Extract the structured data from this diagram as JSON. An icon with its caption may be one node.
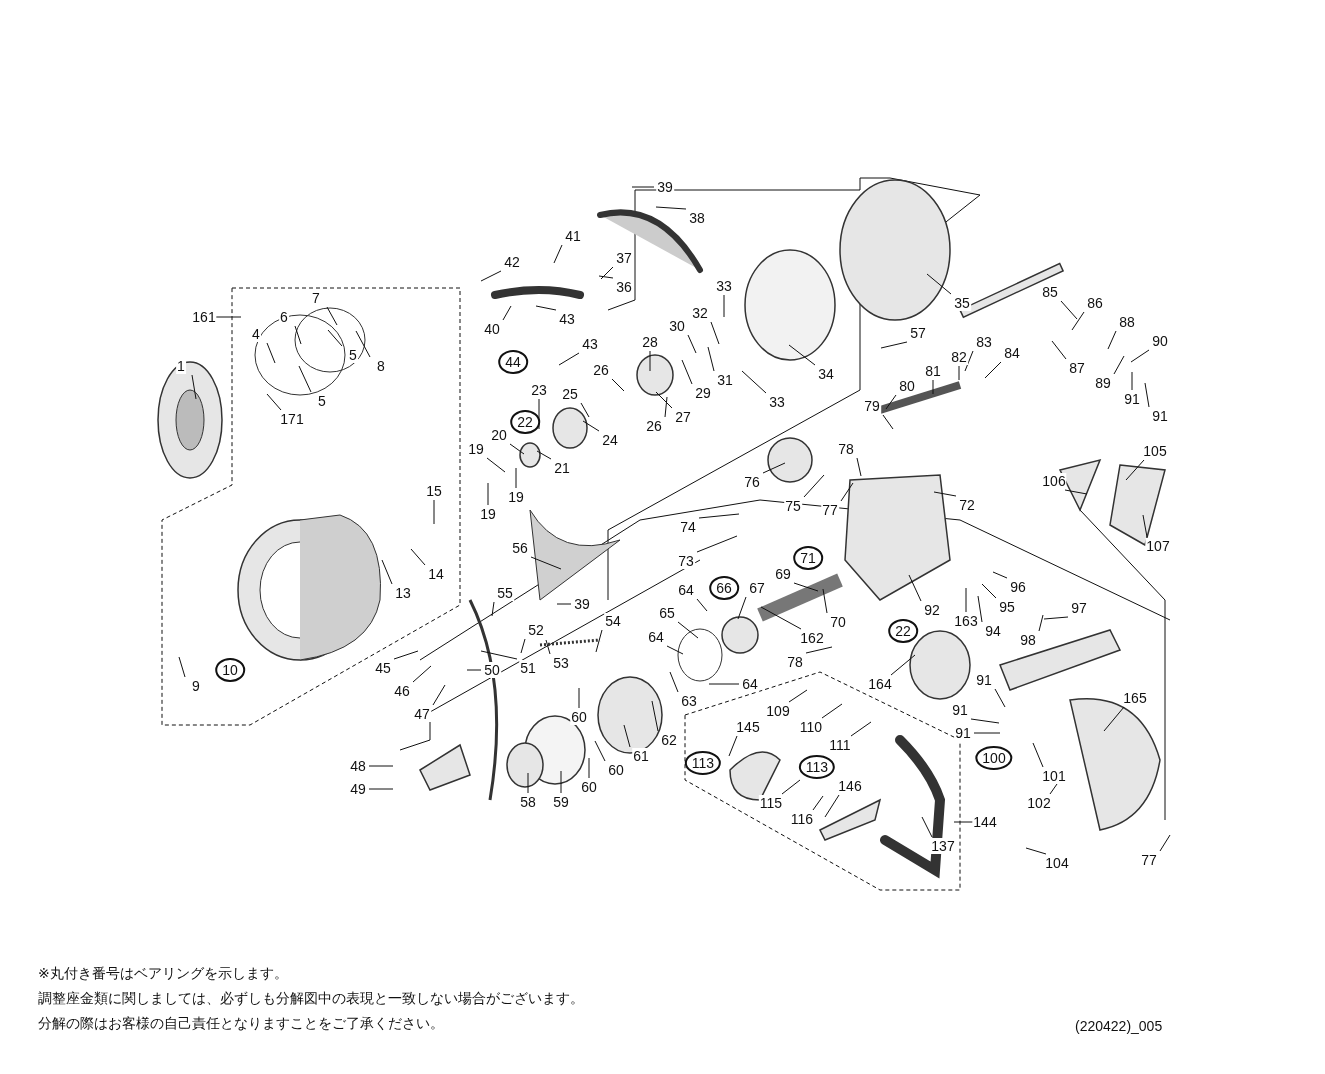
{
  "diagram": {
    "labels": [
      "39",
      "38",
      "41",
      "37",
      "42",
      "36",
      "33",
      "7",
      "161",
      "6",
      "4",
      "43",
      "40",
      "32",
      "30",
      "28",
      "85",
      "86",
      "88",
      "90",
      "44",
      "43",
      "8",
      "5",
      "5",
      "171",
      "1",
      "31",
      "29",
      "34",
      "35",
      "57",
      "26",
      "26",
      "27",
      "33",
      "23",
      "25",
      "22",
      "24",
      "20",
      "21",
      "19",
      "19",
      "19",
      "81",
      "82",
      "83",
      "84",
      "80",
      "79",
      "87",
      "89",
      "91",
      "91",
      "78",
      "105",
      "106",
      "76",
      "75",
      "77",
      "72",
      "107",
      "15",
      "14",
      "13",
      "74",
      "73",
      "56",
      "71",
      "69",
      "67",
      "66",
      "64",
      "39",
      "96",
      "95",
      "97",
      "92",
      "163",
      "94",
      "98",
      "55",
      "54",
      "52",
      "70",
      "22",
      "162",
      "65",
      "64",
      "78",
      "53",
      "51",
      "50",
      "45",
      "46",
      "47",
      "9",
      "10",
      "164",
      "63",
      "64",
      "91",
      "165",
      "109",
      "91",
      "60",
      "110",
      "145",
      "111",
      "91",
      "62",
      "61",
      "100",
      "101",
      "113",
      "113",
      "48",
      "49",
      "60",
      "60",
      "58",
      "59",
      "146",
      "115",
      "102",
      "116",
      "144",
      "137",
      "104",
      "77",
      "※丸付き番号はベアリングを示します。",
      "調整座金類に関しましては、必ずしも分解図中の表現と一致しない場合がございます。",
      "分解の際はお客様の自己責任となりますことをご了承ください。",
      "(220422)_005"
    ]
  }
}
